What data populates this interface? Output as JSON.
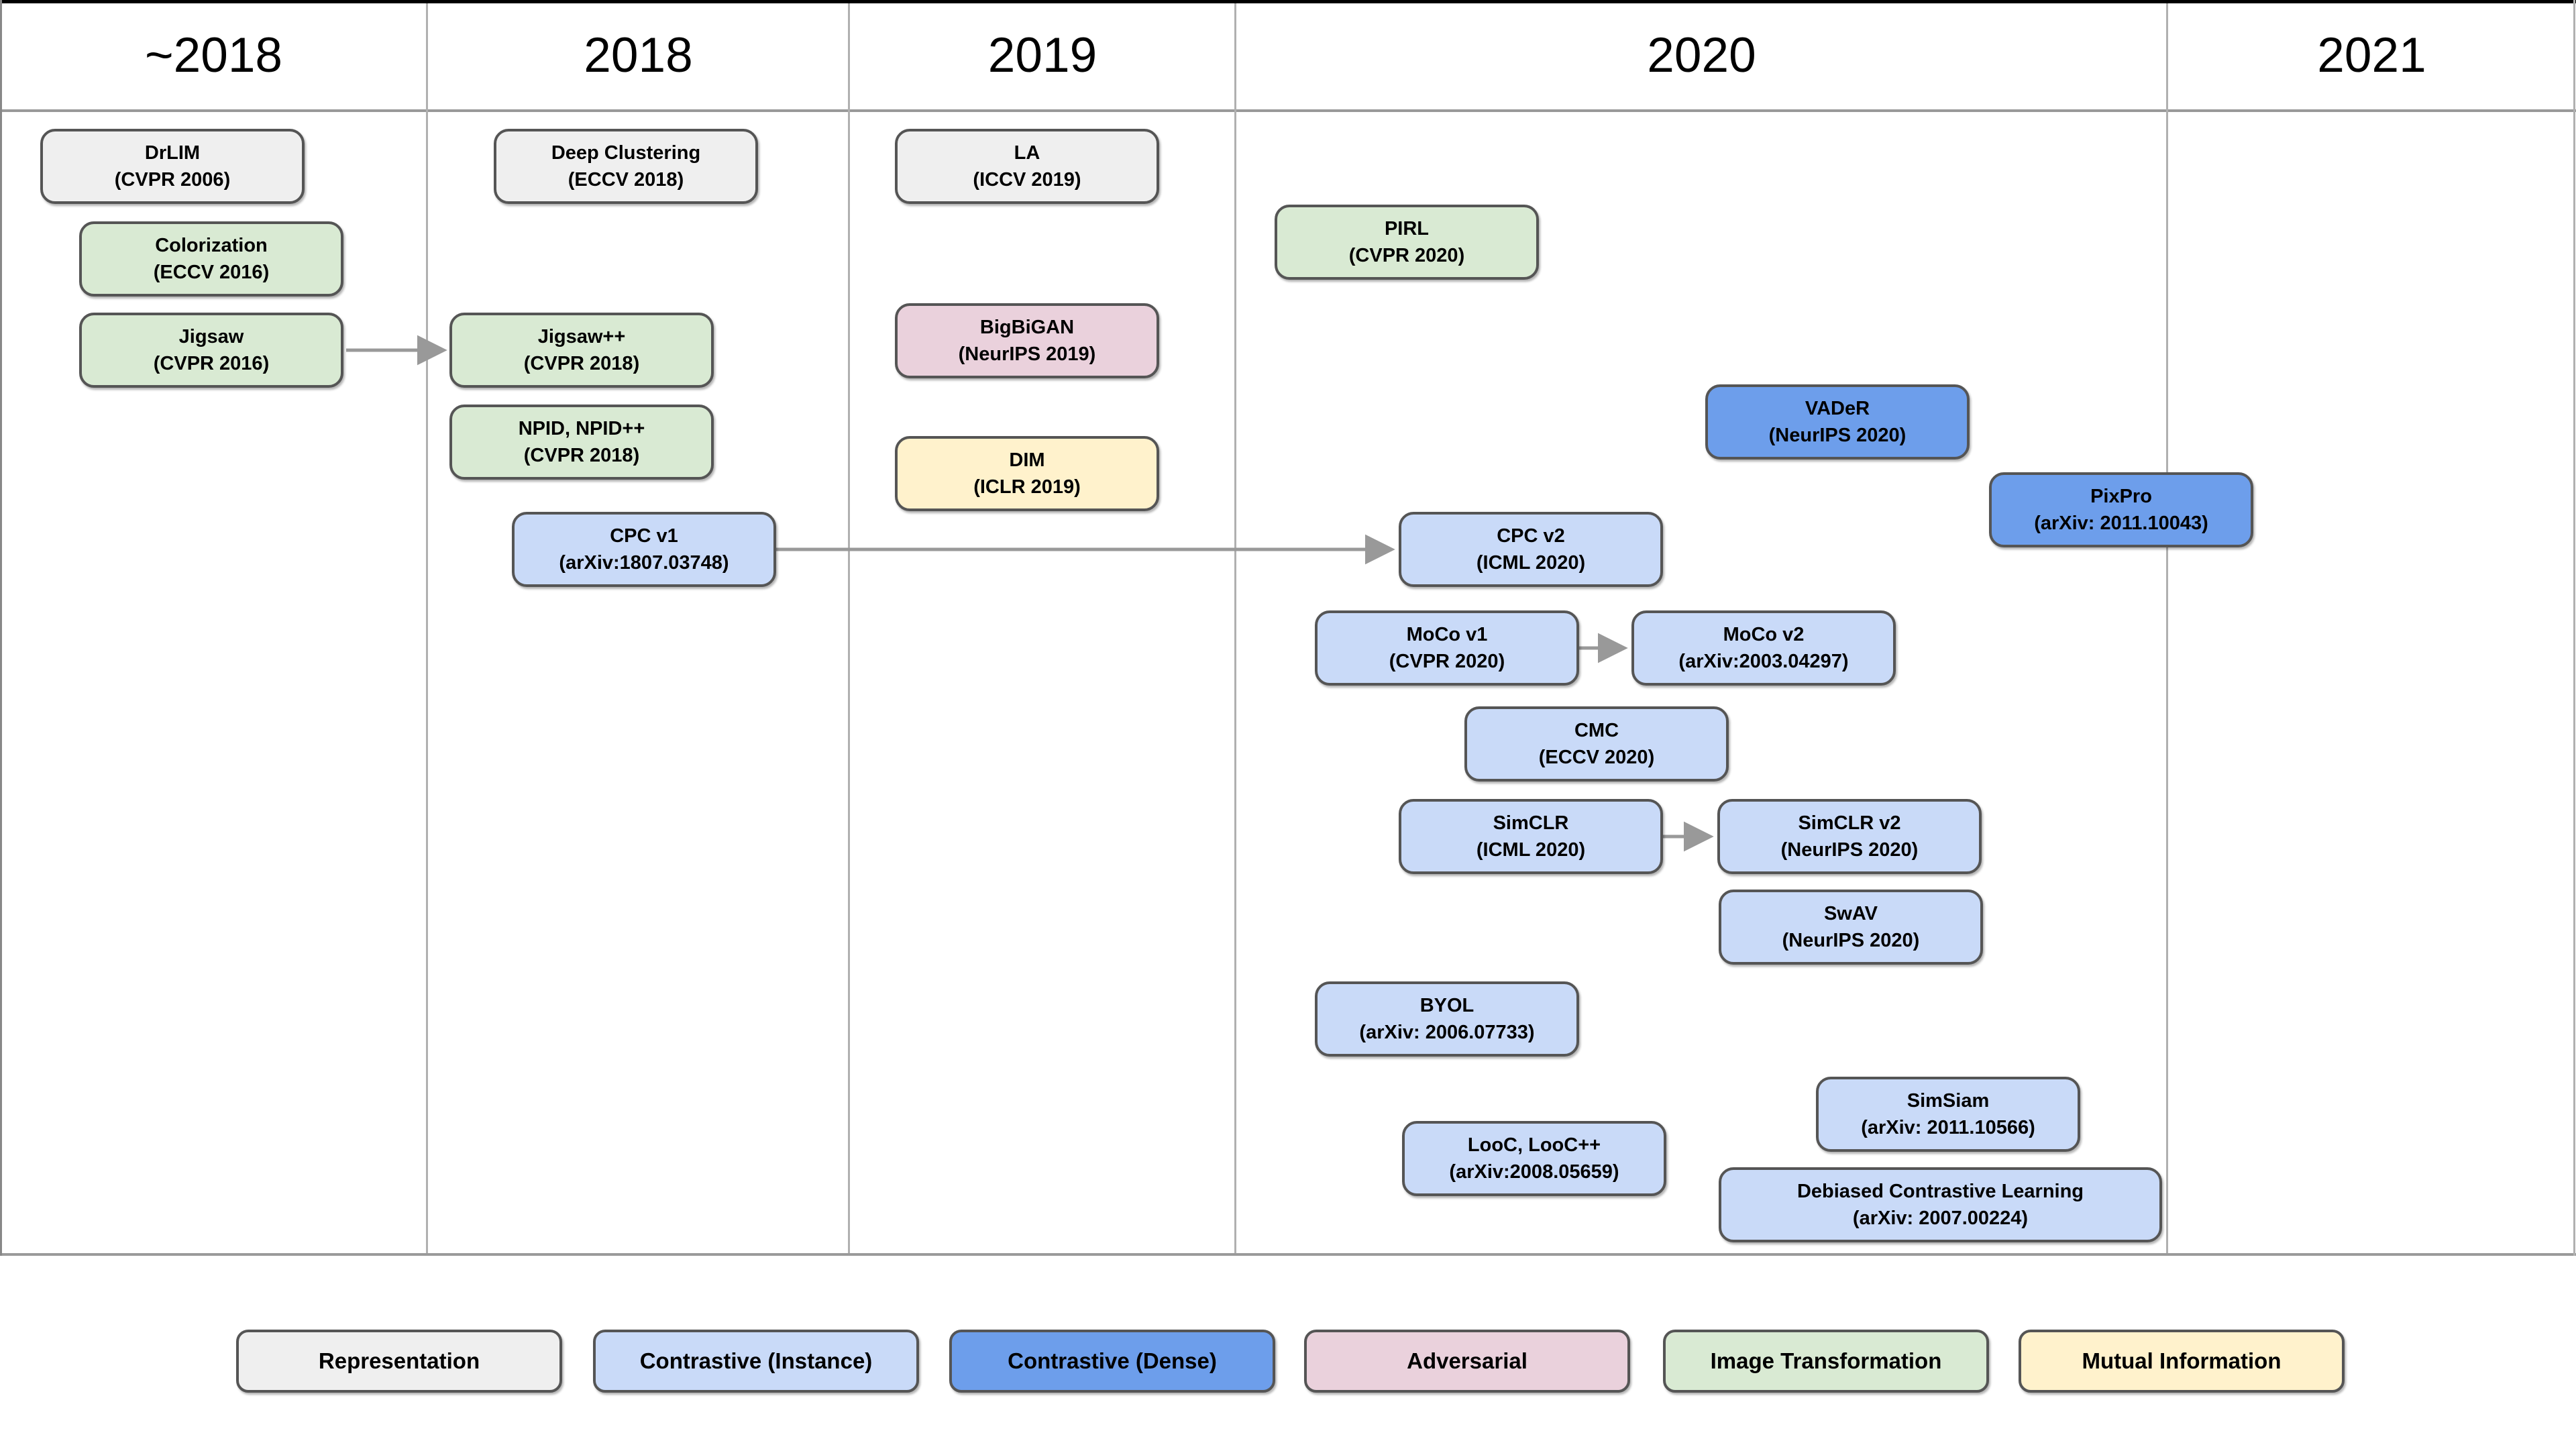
{
  "header": {
    "columns": [
      {
        "label": "~2018"
      },
      {
        "label": "2018"
      },
      {
        "label": "2019"
      },
      {
        "label": "2020"
      },
      {
        "label": "2021"
      }
    ]
  },
  "categories": {
    "representation": {
      "label": "Representation",
      "fill": "#efefef",
      "border": "#555555"
    },
    "contrastive_instance": {
      "label": "Contrastive (Instance)",
      "fill": "#c9daf8",
      "border": "#555555"
    },
    "contrastive_dense": {
      "label": "Contrastive (Dense)",
      "fill": "#6d9eeb",
      "border": "#555555"
    },
    "adversarial": {
      "label": "Adversarial",
      "fill": "#ead1dc",
      "border": "#555555"
    },
    "image_transformation": {
      "label": "Image Transformation",
      "fill": "#d9ead3",
      "border": "#555555"
    },
    "mutual_information": {
      "label": "Mutual Information",
      "fill": "#fff2cc",
      "border": "#555555"
    }
  },
  "nodes": {
    "drlim": {
      "title": "DrLIM",
      "subtitle": "(CVPR 2006)",
      "category": "representation"
    },
    "colorization": {
      "title": "Colorization",
      "subtitle": "(ECCV 2016)",
      "category": "image_transformation"
    },
    "jigsaw": {
      "title": "Jigsaw",
      "subtitle": "(CVPR 2016)",
      "category": "image_transformation"
    },
    "deep_clustering": {
      "title": "Deep Clustering",
      "subtitle": "(ECCV 2018)",
      "category": "representation"
    },
    "jigsawpp": {
      "title": "Jigsaw++",
      "subtitle": "(CVPR 2018)",
      "category": "image_transformation"
    },
    "npid": {
      "title": "NPID, NPID++",
      "subtitle": "(CVPR 2018)",
      "category": "image_transformation"
    },
    "cpc_v1": {
      "title": "CPC v1",
      "subtitle": "(arXiv:1807.03748)",
      "category": "contrastive_instance"
    },
    "la": {
      "title": "LA",
      "subtitle": "(ICCV 2019)",
      "category": "representation"
    },
    "bigbigan": {
      "title": "BigBiGAN",
      "subtitle": "(NeurIPS 2019)",
      "category": "adversarial"
    },
    "dim": {
      "title": "DIM",
      "subtitle": "(ICLR 2019)",
      "category": "mutual_information"
    },
    "pirl": {
      "title": "PIRL",
      "subtitle": "(CVPR 2020)",
      "category": "image_transformation"
    },
    "vader": {
      "title": "VADeR",
      "subtitle": "(NeurIPS 2020)",
      "category": "contrastive_dense"
    },
    "pixpro": {
      "title": "PixPro",
      "subtitle": "(arXiv: 2011.10043)",
      "category": "contrastive_dense"
    },
    "cpc_v2": {
      "title": "CPC v2",
      "subtitle": "(ICML 2020)",
      "category": "contrastive_instance"
    },
    "moco_v1": {
      "title": "MoCo v1",
      "subtitle": "(CVPR 2020)",
      "category": "contrastive_instance"
    },
    "moco_v2": {
      "title": "MoCo v2",
      "subtitle": "(arXiv:2003.04297)",
      "category": "contrastive_instance"
    },
    "cmc": {
      "title": "CMC",
      "subtitle": "(ECCV 2020)",
      "category": "contrastive_instance"
    },
    "simclr": {
      "title": "SimCLR",
      "subtitle": "(ICML 2020)",
      "category": "contrastive_instance"
    },
    "simclr_v2": {
      "title": "SimCLR v2",
      "subtitle": "(NeurIPS 2020)",
      "category": "contrastive_instance"
    },
    "swav": {
      "title": "SwAV",
      "subtitle": "(NeurIPS 2020)",
      "category": "contrastive_instance"
    },
    "byol": {
      "title": "BYOL",
      "subtitle": "(arXiv: 2006.07733)",
      "category": "contrastive_instance"
    },
    "simsiam": {
      "title": "SimSiam",
      "subtitle": "(arXiv: 2011.10566)",
      "category": "contrastive_instance"
    },
    "looc": {
      "title": "LooC, LooC++",
      "subtitle": "(arXiv:2008.05659)",
      "category": "contrastive_instance"
    },
    "debiased": {
      "title": "Debiased Contrastive Learning",
      "subtitle": "(arXiv: 2007.00224)",
      "category": "contrastive_instance"
    }
  },
  "edges": [
    {
      "from": "jigsaw",
      "to": "jigsawpp"
    },
    {
      "from": "cpc_v1",
      "to": "cpc_v2"
    },
    {
      "from": "moco_v1",
      "to": "moco_v2"
    },
    {
      "from": "simclr",
      "to": "simclr_v2"
    }
  ],
  "colors": {
    "background": "#ffffff",
    "text": "#000000",
    "box_border": "#555555",
    "grid_line": "#b0b0b0",
    "header_rule": "#999999",
    "bottom_rule": "#9a9a9a",
    "top_border": "#000000",
    "arrow": "#999999"
  }
}
